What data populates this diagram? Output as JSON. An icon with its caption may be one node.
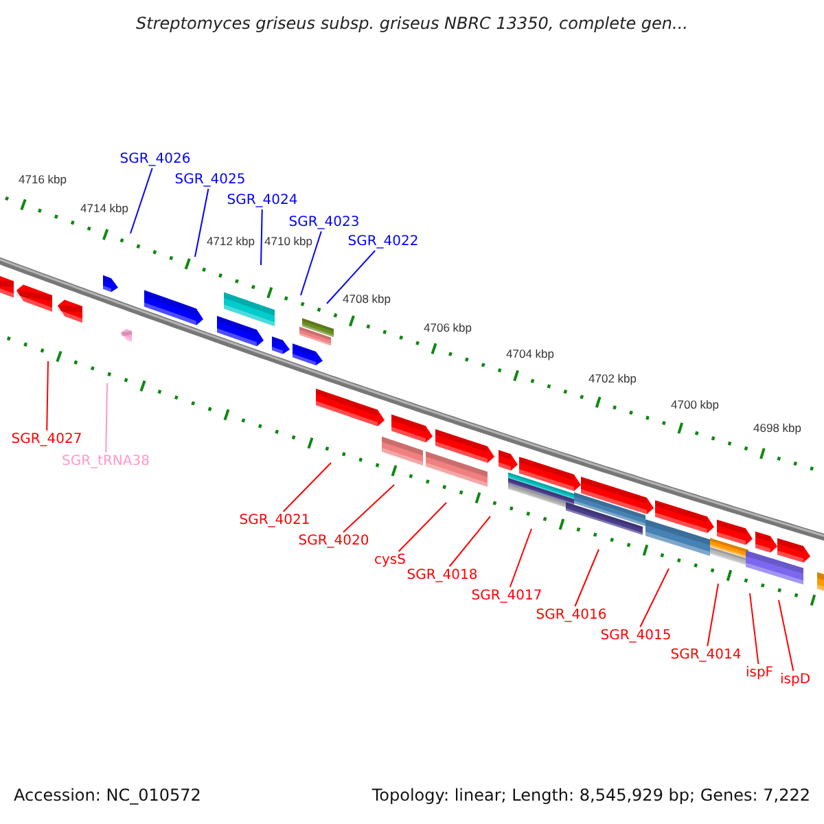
{
  "diagram": {
    "title": "Streptomyces griseus subsp. griseus NBRC 13350, complete gen...",
    "nodes": [
      {
        "text": [
          "SGR_4026"
        ]
      },
      {
        "text": [
          "SGR_4025"
        ]
      },
      {
        "text": [
          "SGR_4024"
        ]
      },
      {
        "text": [
          "SGR_4023"
        ]
      },
      {
        "text": [
          "SGR_4022"
        ]
      },
      {
        "text": [
          "SGR_4027"
        ]
      },
      {
        "text": [
          "SGR_tRNA38"
        ]
      },
      {
        "text": [
          "SGR_4021"
        ]
      },
      {
        "text": [
          "SGR_4020"
        ]
      },
      {
        "text": [
          "cysS"
        ]
      },
      {
        "text": [
          "SGR_4018"
        ]
      },
      {
        "text": [
          "SGR_4017"
        ]
      },
      {
        "text": [
          "SGR_4016"
        ]
      },
      {
        "text": [
          "SGR_4015"
        ]
      },
      {
        "text": [
          "SGR_4014"
        ]
      },
      {
        "text": [
          "ispF"
        ]
      },
      {
        "text": [
          "ispD"
        ]
      }
    ],
    "edges": [
      {
        "from": 0,
        "to": null,
        "arrow": "none",
        "color": "#0000ff"
      },
      {
        "from": 1,
        "to": null,
        "arrow": "none",
        "color": "#0000ff"
      },
      {
        "from": 2,
        "to": null,
        "arrow": "none",
        "color": "#0000ff"
      },
      {
        "from": 3,
        "to": null,
        "arrow": "none",
        "color": "#0000ff"
      },
      {
        "from": 4,
        "to": null,
        "arrow": "none",
        "color": "#0000ff"
      },
      {
        "from": 5,
        "to": null,
        "arrow": "none"
      },
      {
        "from": 6,
        "to": null,
        "arrow": "none",
        "color": "#ff99cc"
      },
      {
        "from": 7,
        "to": null,
        "arrow": "none"
      },
      {
        "from": 8,
        "to": null,
        "arrow": "none"
      },
      {
        "from": 9,
        "to": null,
        "arrow": "none"
      },
      {
        "from": 10,
        "to": null,
        "arrow": "none"
      },
      {
        "from": 11,
        "to": null,
        "arrow": "none"
      },
      {
        "from": 12,
        "to": null,
        "arrow": "none"
      },
      {
        "from": 13,
        "to": null,
        "arrow": "none"
      },
      {
        "from": 14,
        "to": null,
        "arrow": "none"
      },
      {
        "from": 15,
        "to": null,
        "arrow": "none"
      },
      {
        "from": 16,
        "to": null,
        "arrow": "none"
      }
    ],
    "labels": [
      "4716 kbp",
      "4714 kbp",
      "4712 kbp",
      "4710 kbp",
      "4708 kbp",
      "4706 kbp",
      "4704 kbp",
      "4702 kbp",
      "4700 kbp",
      "4698 kbp",
      "Accession: NC_010572",
      "Topology: linear; Length: 8,545,929 bp; Genes: 7,222"
    ]
  }
}
